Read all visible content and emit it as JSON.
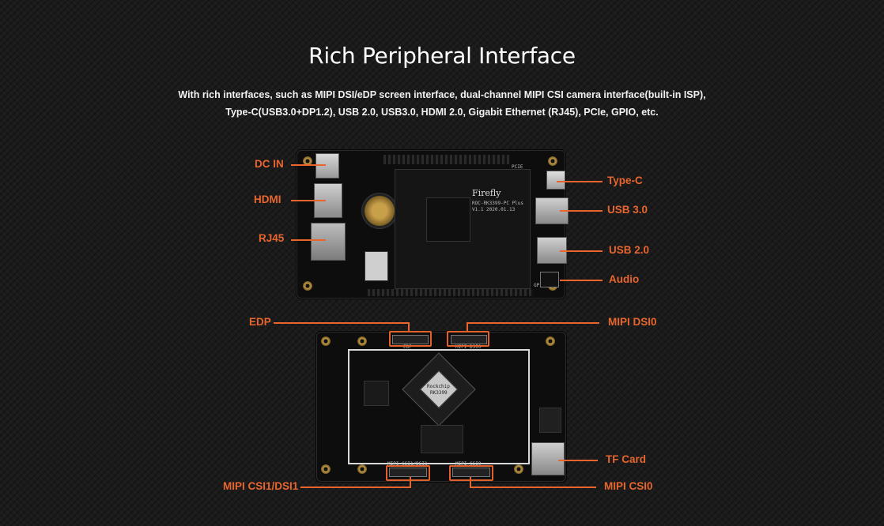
{
  "title": "Rich Peripheral Interface",
  "description": {
    "line1": "With rich interfaces, such as MIPI DSI/eDP screen interface, dual-channel MIPI CSI camera interface(built-in ISP),",
    "line2": "Type-C(USB3.0+DP1.2), USB 2.0, USB3.0, HDMI 2.0, Gigabit Ethernet (RJ45), PCIe, GPIO, etc."
  },
  "top_board": {
    "brand": "Firefly",
    "silk_model": "ROC-RK3399-PC Plus",
    "silk_version": "V1.1 2020.01.13",
    "silk_pcie": "PCIE",
    "silk_gpio": "GPIO"
  },
  "bottom_board": {
    "chip_brand": "Rockchip",
    "chip_model": "RK3399",
    "silk_edp": "EDP",
    "silk_mipi_dsi0": "MIPI_DSI0",
    "silk_csi1": "MIPI_CSI1/DSI1",
    "silk_csi0": "MIPI_CSI0"
  },
  "labels": {
    "dc_in": "DC IN",
    "hdmi": "HDMI",
    "rj45": "RJ45",
    "type_c": "Type-C",
    "usb30": "USB 3.0",
    "usb20": "USB 2.0",
    "audio": "Audio",
    "edp": "EDP",
    "mipi_dsi0": "MIPI DSI0",
    "tf_card": "TF Card",
    "mipi_csi1_dsi1": "MIPI CSI1/DSI1",
    "mipi_csi0": "MIPI CSI0"
  },
  "colors": {
    "accent": "#e8662e",
    "background": "#1b1b1b",
    "text": "#ffffff"
  }
}
